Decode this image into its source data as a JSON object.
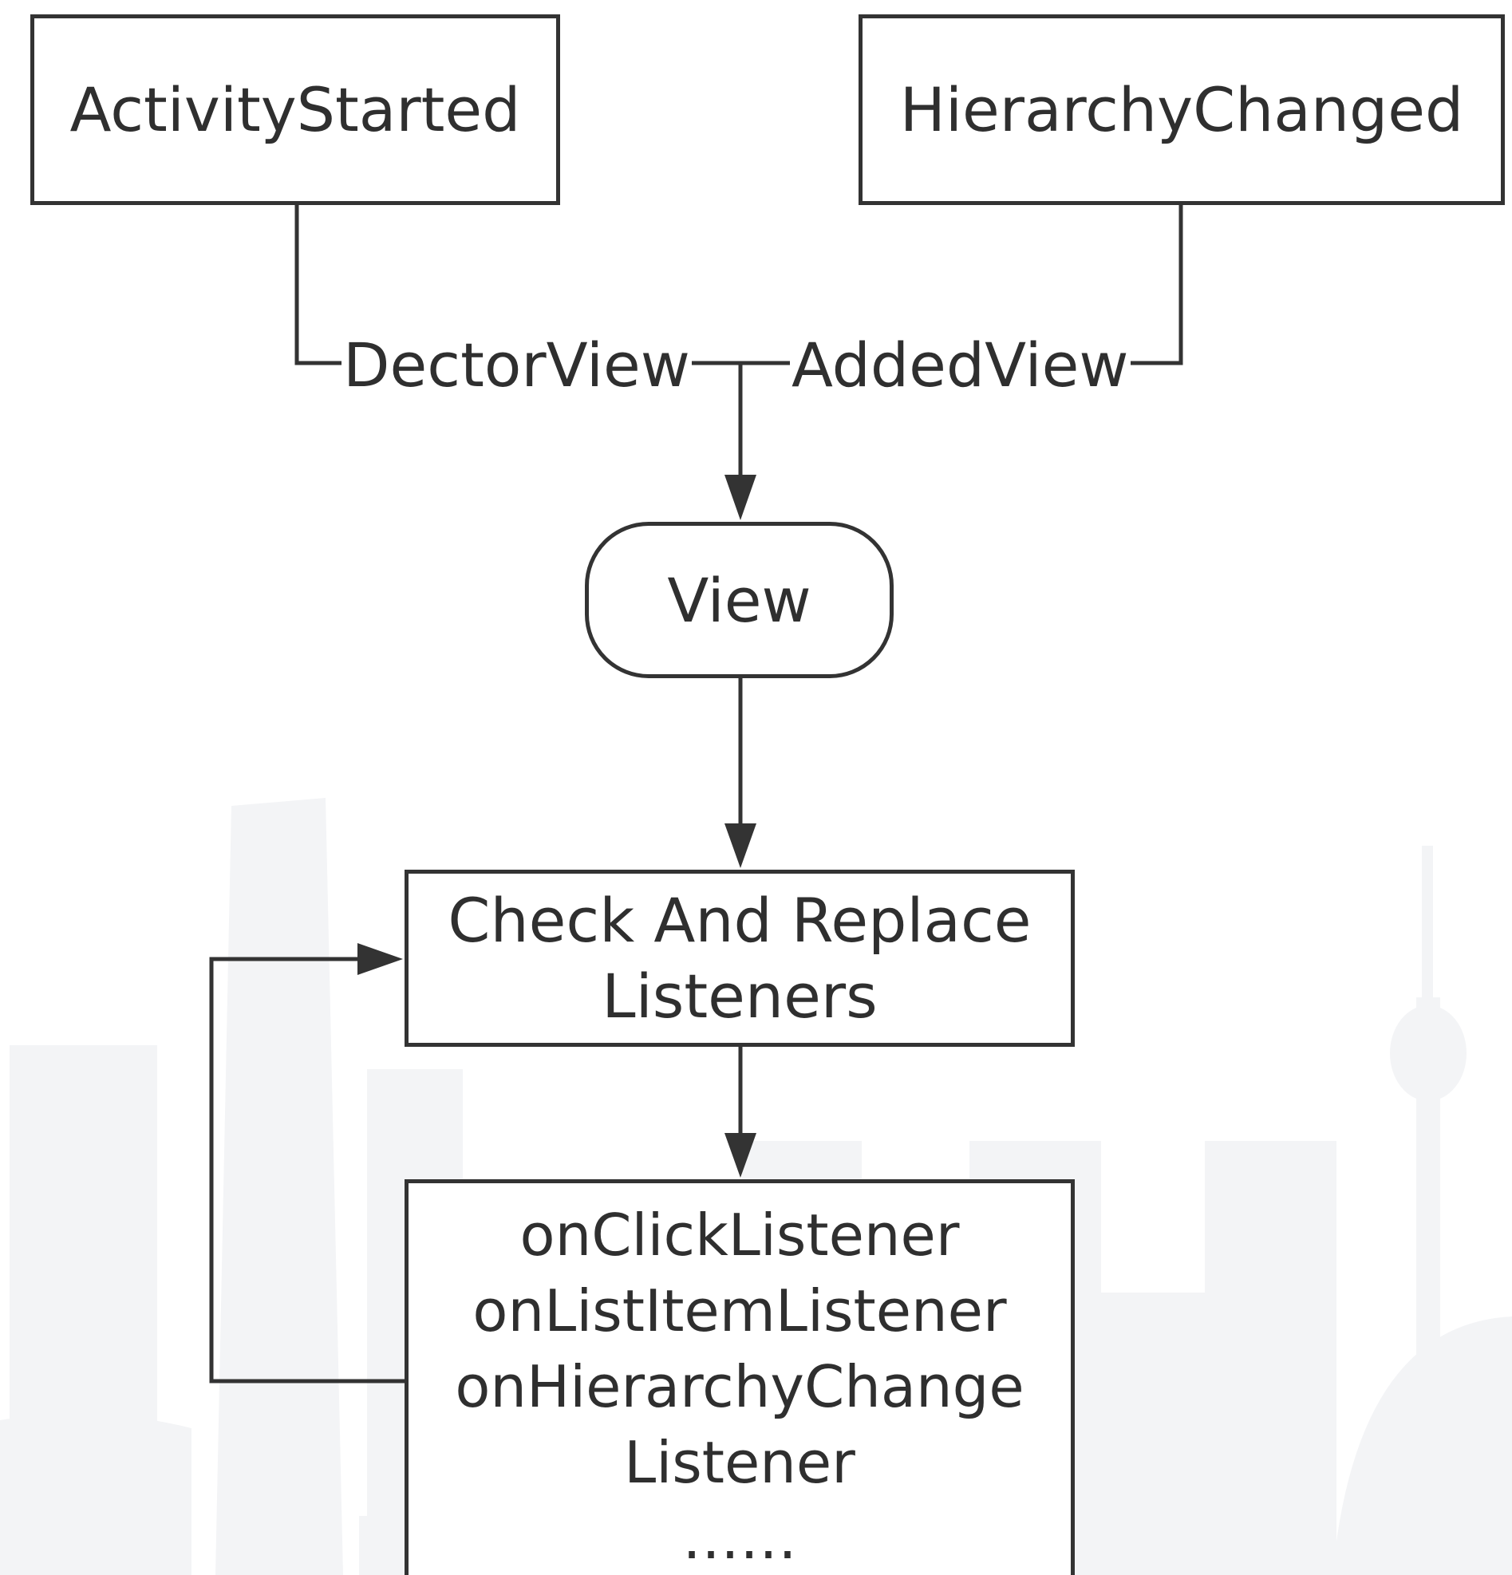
{
  "nodes": {
    "activity_started": "ActivityStarted",
    "hierarchy_changed": "HierarchyChanged",
    "view": "View",
    "check_replace": [
      "Check And Replace",
      "Listeners"
    ],
    "listeners": [
      "onClickListener",
      "onListItemListener",
      "onHierarchyChange",
      "Listener",
      "……"
    ]
  },
  "edge_labels": {
    "dector_view": "DectorView",
    "added_view": "AddedView"
  },
  "colors": {
    "line": "#333333",
    "text": "#2f2f2f",
    "background_skyline": "#f3f4f6"
  }
}
